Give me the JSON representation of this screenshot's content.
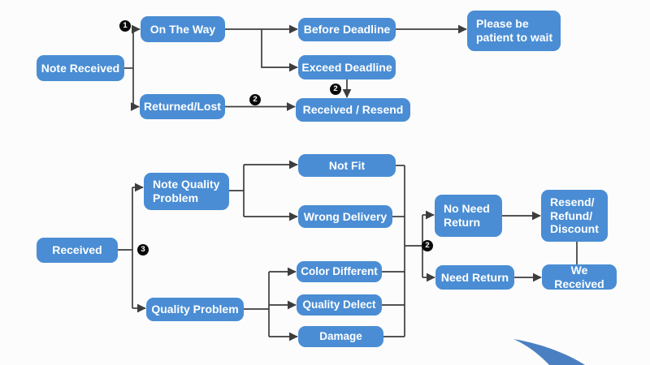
{
  "diagram": {
    "nodes": {
      "note_received": {
        "label": "Note Received"
      },
      "on_the_way": {
        "label": "On The Way"
      },
      "returned_lost": {
        "label": "Returned/Lost"
      },
      "before_deadline": {
        "label": "Before Deadline"
      },
      "exceed_deadline": {
        "label": "Exceed Deadline"
      },
      "please_wait": {
        "label": "Please be\npatient to wait"
      },
      "received_resend": {
        "label": "Received / Resend"
      },
      "received": {
        "label": "Received"
      },
      "note_quality_problem": {
        "label": "Note Quality\nProblem"
      },
      "quality_problem": {
        "label": "Quality Problem"
      },
      "not_fit": {
        "label": "Not Fit"
      },
      "wrong_delivery": {
        "label": "Wrong Delivery"
      },
      "color_different": {
        "label": "Color Different"
      },
      "quality_delect": {
        "label": "Quality Delect"
      },
      "damage": {
        "label": "Damage"
      },
      "no_need_return": {
        "label": "No Need\nReturn"
      },
      "need_return": {
        "label": "Need Return"
      },
      "resend_refund_discount": {
        "label": "Resend/\nRefund/\nDiscount"
      },
      "we_received": {
        "label": "We Received"
      }
    },
    "step_markers": [
      {
        "digit": "1"
      },
      {
        "digit": "2"
      },
      {
        "digit": "2"
      },
      {
        "digit": "3"
      },
      {
        "digit": "2"
      }
    ],
    "colors": {
      "node_fill": "#4a8dd4",
      "node_text": "#ffffff",
      "line": "#3d3d3d",
      "swoosh": "#4a80c2",
      "background": "#fcfcfc"
    }
  }
}
